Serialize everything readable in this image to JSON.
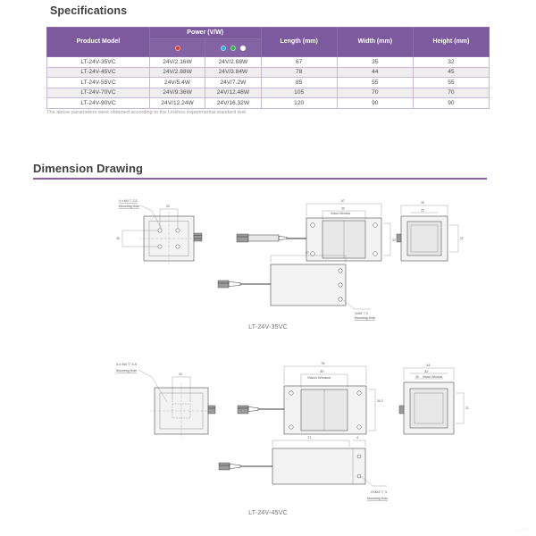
{
  "sections": {
    "spec_title": "Specifications",
    "dim_title": "Dimension Drawing"
  },
  "spec_table": {
    "headers": {
      "product_model": "Product Model",
      "power": "Power (V/W)",
      "length": "Length (mm)",
      "width": "Width (mm)",
      "height": "Height (mm)"
    },
    "led_groups": [
      {
        "name": "single-red-led",
        "colors": [
          "#e03c2a"
        ]
      },
      {
        "name": "tri-color-led",
        "colors": [
          "#2aa9e0",
          "#2fae46",
          "#ffffff"
        ]
      }
    ],
    "columns": [
      "Product Model",
      "Power A",
      "Power B",
      "Length (mm)",
      "Width (mm)",
      "Height (mm)"
    ],
    "rows": [
      {
        "model": "LT-24V-35VC",
        "power_a": "24V/2.16W",
        "power_b": "24V/2.88W",
        "length": "67",
        "width": "35",
        "height": "32"
      },
      {
        "model": "LT-24V-45VC",
        "power_a": "24V/2.88W",
        "power_b": "24V/3.84W",
        "length": "78",
        "width": "44",
        "height": "45"
      },
      {
        "model": "LT-24V-55VC",
        "power_a": "24V/5.4W",
        "power_b": "24V/7.2W",
        "length": "85",
        "width": "55",
        "height": "55"
      },
      {
        "model": "LT-24V-70VC",
        "power_a": "24V/9.36W",
        "power_b": "24V/12.48W",
        "length": "105",
        "width": "70",
        "height": "70"
      },
      {
        "model": "LT-24V-90VC",
        "power_a": "24V/12.24W",
        "power_b": "24V/16.32W",
        "length": "120",
        "width": "90",
        "height": "90"
      }
    ],
    "note": "The above parameters were obtained according to the Linkhou experimental standard test."
  },
  "drawings": [
    {
      "caption": "LT-24V-35VC",
      "annotations": {
        "mounting_hole_spec": "4 x M4 ▽ 3.5",
        "mounting_hole_label": "Mounting Hole",
        "front_width": "35",
        "front_inner": "25",
        "side_length": "67",
        "vision_window_dim": "30",
        "vision_window_label": "Vision Window",
        "top_height": "32",
        "end_width": "35",
        "end_inner": "25",
        "end_height": "32",
        "bottom_length": "67",
        "bottom_hole_spec": "2xM3 ▽ 3",
        "bottom_hole_label": "Mounting Hole"
      }
    },
    {
      "caption": "LT-24V-45VC",
      "annotations": {
        "mounting_hole_spec": "4 x M4 ▽ 3.5",
        "mounting_hole_label": "Mounting Hole",
        "front_width": "25",
        "side_length": "78",
        "vision_window_dim": "30",
        "vision_window_label": "Vision Window",
        "top_height": "30.2",
        "end_width": "44",
        "end_inner": "32",
        "end_win": "30",
        "end_win_label": "Vision Window",
        "end_height": "31",
        "bottom_length": "71",
        "bottom_step": "4",
        "bottom_hole_spec": "2XM3 ▽ 3",
        "bottom_hole_label": "Mounting Hole"
      }
    }
  ],
  "colors": {
    "accent_purple": "#7d5a9e",
    "rule_purple": "#8e5fa2",
    "table_border": "#c9b7d4",
    "row_alt": "#eeeeee",
    "text_dark": "#3f3f3f",
    "text_body": "#4a4a4a",
    "note_gray": "#9a9a9a"
  },
  "watermark": "LINK"
}
